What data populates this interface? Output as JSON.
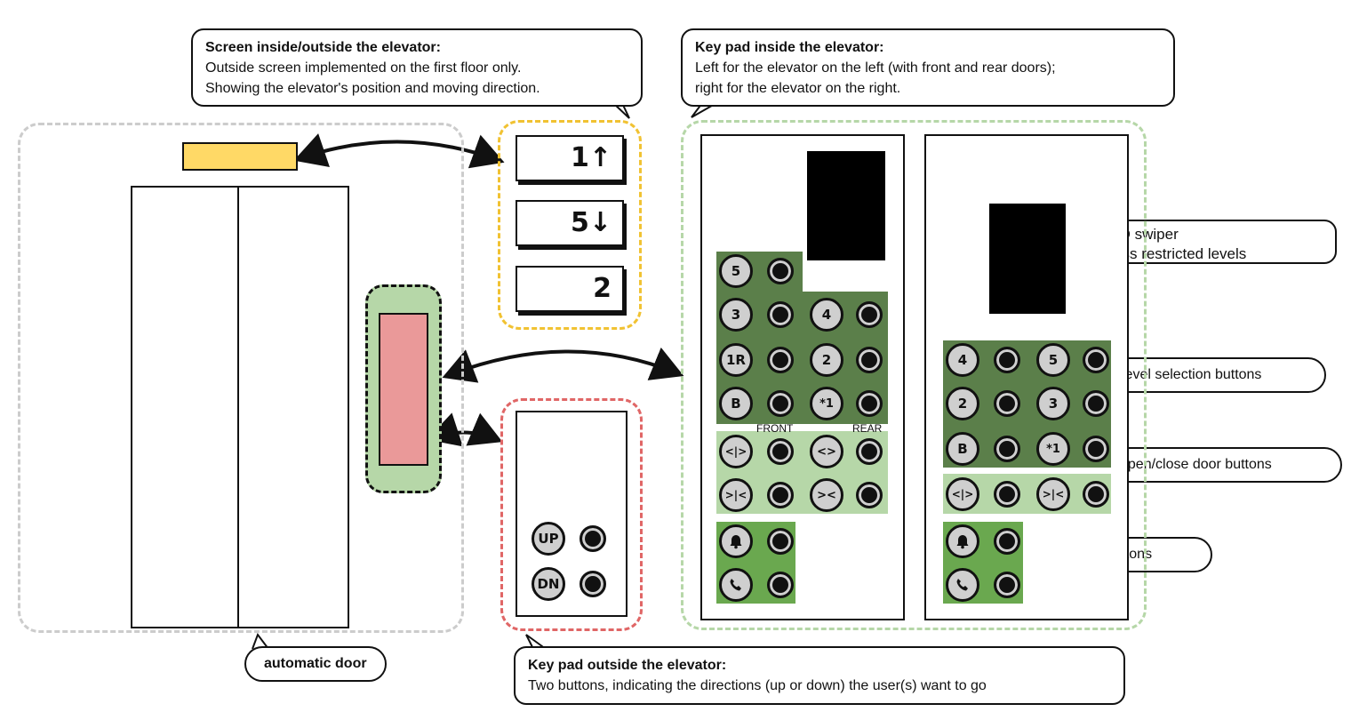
{
  "callouts": {
    "screen": {
      "title": "Screen inside/outside the elevator:",
      "line1": "Outside screen implemented on the first floor only.",
      "line2": "Showing the elevator's position and moving direction."
    },
    "keypad_inside": {
      "title": "Key pad inside the elevator:",
      "line1": "Left for the elevator on the left (with front and rear doors);",
      "line2": "right for the elevator on the right."
    },
    "keypad_outside": {
      "title": "Key pad outside the elevator:",
      "line1": "Two buttons, indicating the directions (up or down) the user(s) want to go"
    },
    "automatic_door": "automatic door",
    "id_swiper_line1": "Brown ID swiper",
    "id_swiper_line2": "for access restricted levels",
    "level_selection": "level selection buttons",
    "open_close": "open/close door buttons",
    "emergency": "emergency buttons"
  },
  "screens": [
    "1↑",
    "5↓",
    "2"
  ],
  "outside_keypad": {
    "up": "UP",
    "down": "DN"
  },
  "left_panel": {
    "level_buttons": [
      "5",
      "3",
      "4",
      "1R",
      "2",
      "B",
      "*1"
    ],
    "front_label": "FRONT",
    "rear_label": "REAR",
    "door_buttons": [
      "<|>",
      "<>",
      ">|<",
      "><"
    ]
  },
  "right_panel": {
    "level_buttons": [
      "4",
      "5",
      "2",
      "3",
      "B",
      "*1"
    ],
    "door_buttons": [
      "<|>",
      ">|<"
    ]
  },
  "icons": {
    "bell": "bell-icon",
    "phone": "phone-icon"
  },
  "colors": {
    "screen_yellow": "#ffd966",
    "screen_dash": "#f1c232",
    "keypad_pink": "#ea9999",
    "keypad_dash": "#e06666",
    "green_light": "#b6d7a8",
    "green_dark": "#5b7f4a",
    "green_emergency": "#6aa84f",
    "gray_dash": "#cccccc"
  }
}
